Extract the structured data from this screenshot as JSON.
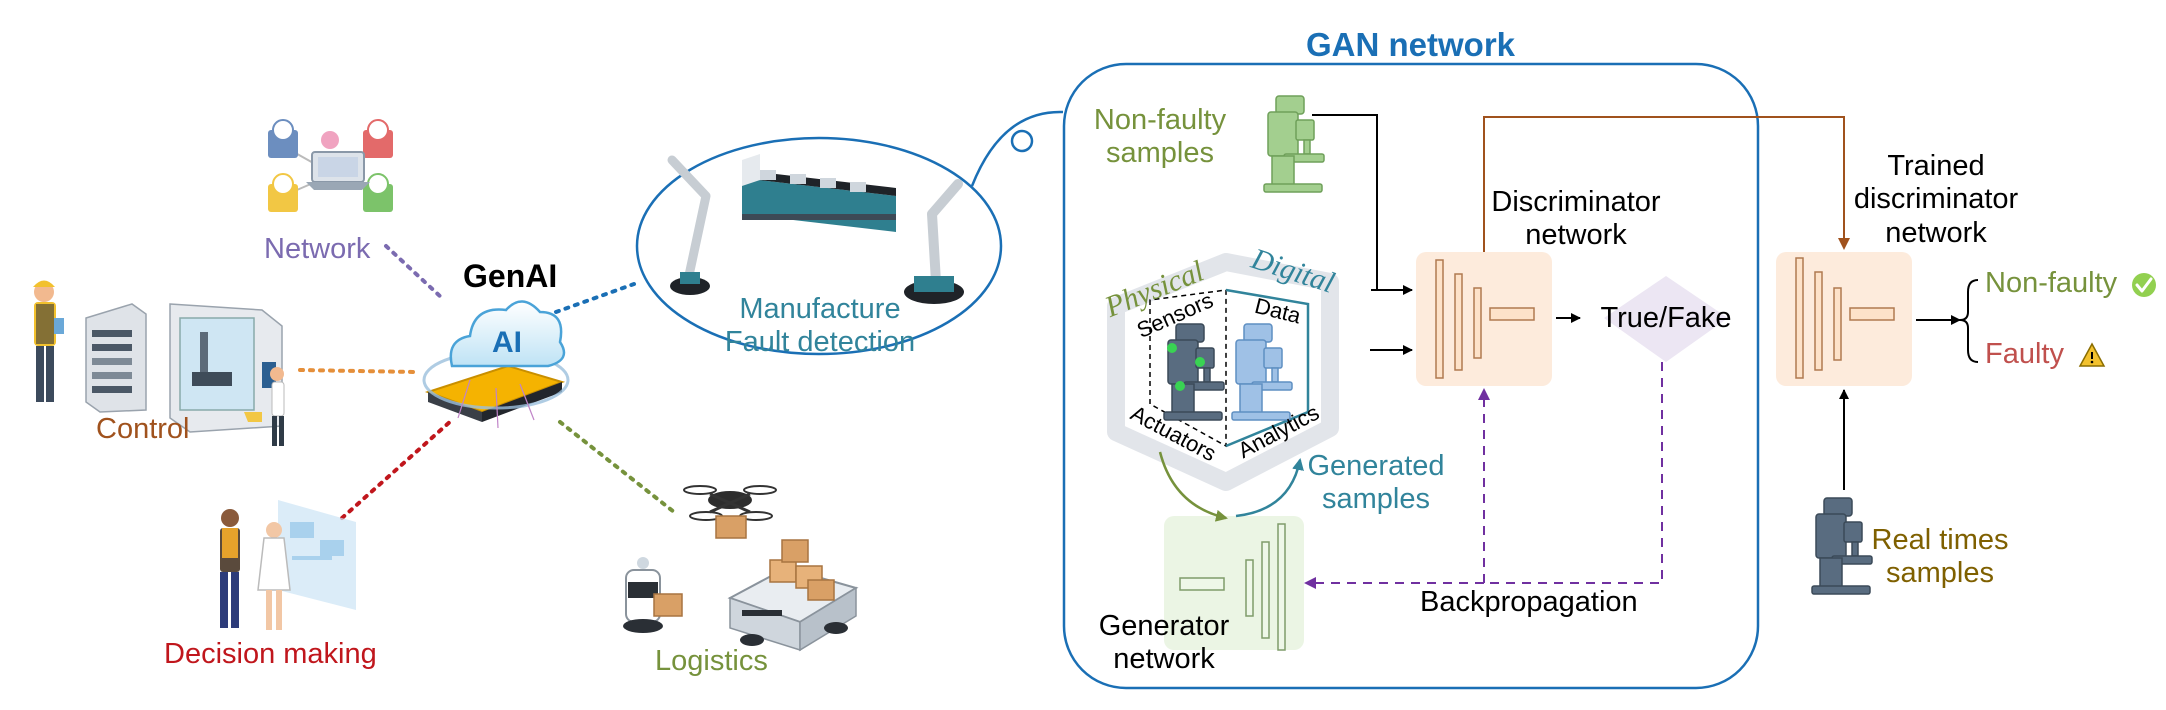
{
  "colors": {
    "gan_blue": "#1a6fb5",
    "network_purple": "#7b6bb0",
    "control_orange": "#a0521d",
    "decision_red": "#c0161c",
    "logistics_green": "#76923c",
    "nonfaulty_green": "#76923c",
    "teal": "#31849b",
    "realtime_gold": "#7f6000",
    "faulty_red": "#c0504d",
    "backprop_purple": "#7030a0",
    "discriminator_fill": "#fdebdc",
    "generator_fill": "#ebf5e4"
  },
  "left": {
    "genai_label": "GenAI",
    "ai_label": "AI",
    "network_label": "Network",
    "control_label": "Control",
    "decision_label": "Decision making",
    "logistics_label": "Logistics",
    "manufacture_label": "Manufacture",
    "fault_label": "Fault detection"
  },
  "gan": {
    "title": "GAN network",
    "nonfaulty_line1": "Non-faulty",
    "nonfaulty_line2": "samples",
    "physical_label": "Physical",
    "digital_label": "Digital",
    "sensors_label": "Sensors",
    "data_label": "Data",
    "actuators_label": "Actuators",
    "analytics_label": "Analytics",
    "generated_line1": "Generated",
    "generated_line2": "samples",
    "discriminator_line1": "Discriminator",
    "discriminator_line2": "network",
    "true_fake_label": "True/Fake",
    "generator_line1": "Generator",
    "generator_line2": "network",
    "backprop_label": "Backpropagation"
  },
  "right": {
    "trained_line1": "Trained",
    "trained_line2": "discriminator",
    "trained_line3": "network",
    "nonfaulty_output": "Non-faulty",
    "faulty_output": "Faulty",
    "realtime_line1": "Real times",
    "realtime_line2": "samples"
  },
  "icons": [
    "network-nodes-icon",
    "worker-icon",
    "server-rack-icon",
    "cnc-cabinet-icon",
    "ai-cloud-platform-icon",
    "team-hologram-icon",
    "drone-icon",
    "delivery-robot-icon",
    "cargo-vehicle-icon",
    "robot-arm-icon",
    "conveyor-icon",
    "milling-machine-icon",
    "check-icon",
    "warning-icon"
  ]
}
